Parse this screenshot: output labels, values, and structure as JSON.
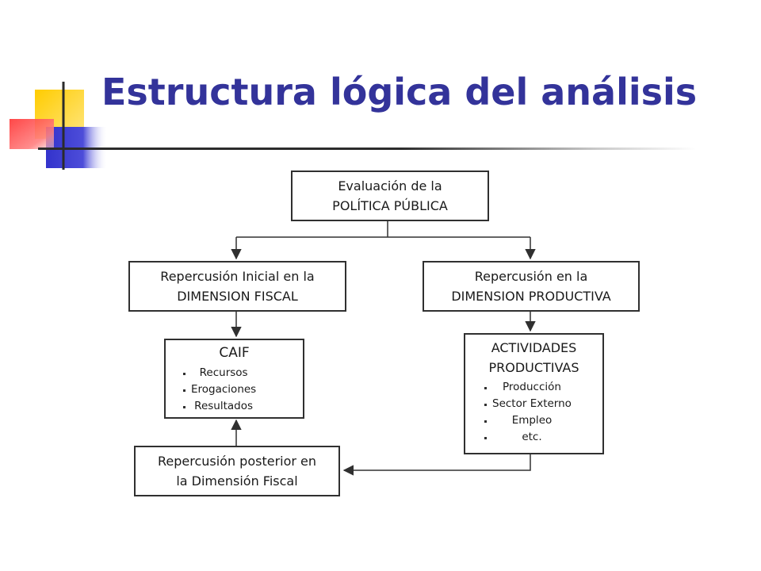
{
  "slide": {
    "title": "Estructura lógica del análisis"
  },
  "diagram": {
    "top": {
      "line1": "Evaluación de la",
      "line2": "POLÍTICA PÚBLICA"
    },
    "fiscal": {
      "line1": "Repercusión Inicial en la",
      "line2": "DIMENSION FISCAL"
    },
    "productive": {
      "line1": "Repercusión en la",
      "line2": "DIMENSION PRODUCTIVA"
    },
    "caif": {
      "title": "CAIF",
      "items": [
        "Recursos",
        "Erogaciones",
        "Resultados"
      ]
    },
    "activities": {
      "line1": "ACTIVIDADES",
      "line2": "PRODUCTIVAS",
      "items": [
        "Producción",
        "Sector Externo",
        "Empleo",
        "etc."
      ]
    },
    "posterior": {
      "line1": "Repercusión posterior en",
      "line2": "la Dimensión Fiscal"
    }
  },
  "colors": {
    "title": "#33339a",
    "deco_yellow": "#ffcc00",
    "deco_blue": "#3333cc",
    "deco_red": "#ff3333",
    "line": "#303030"
  }
}
